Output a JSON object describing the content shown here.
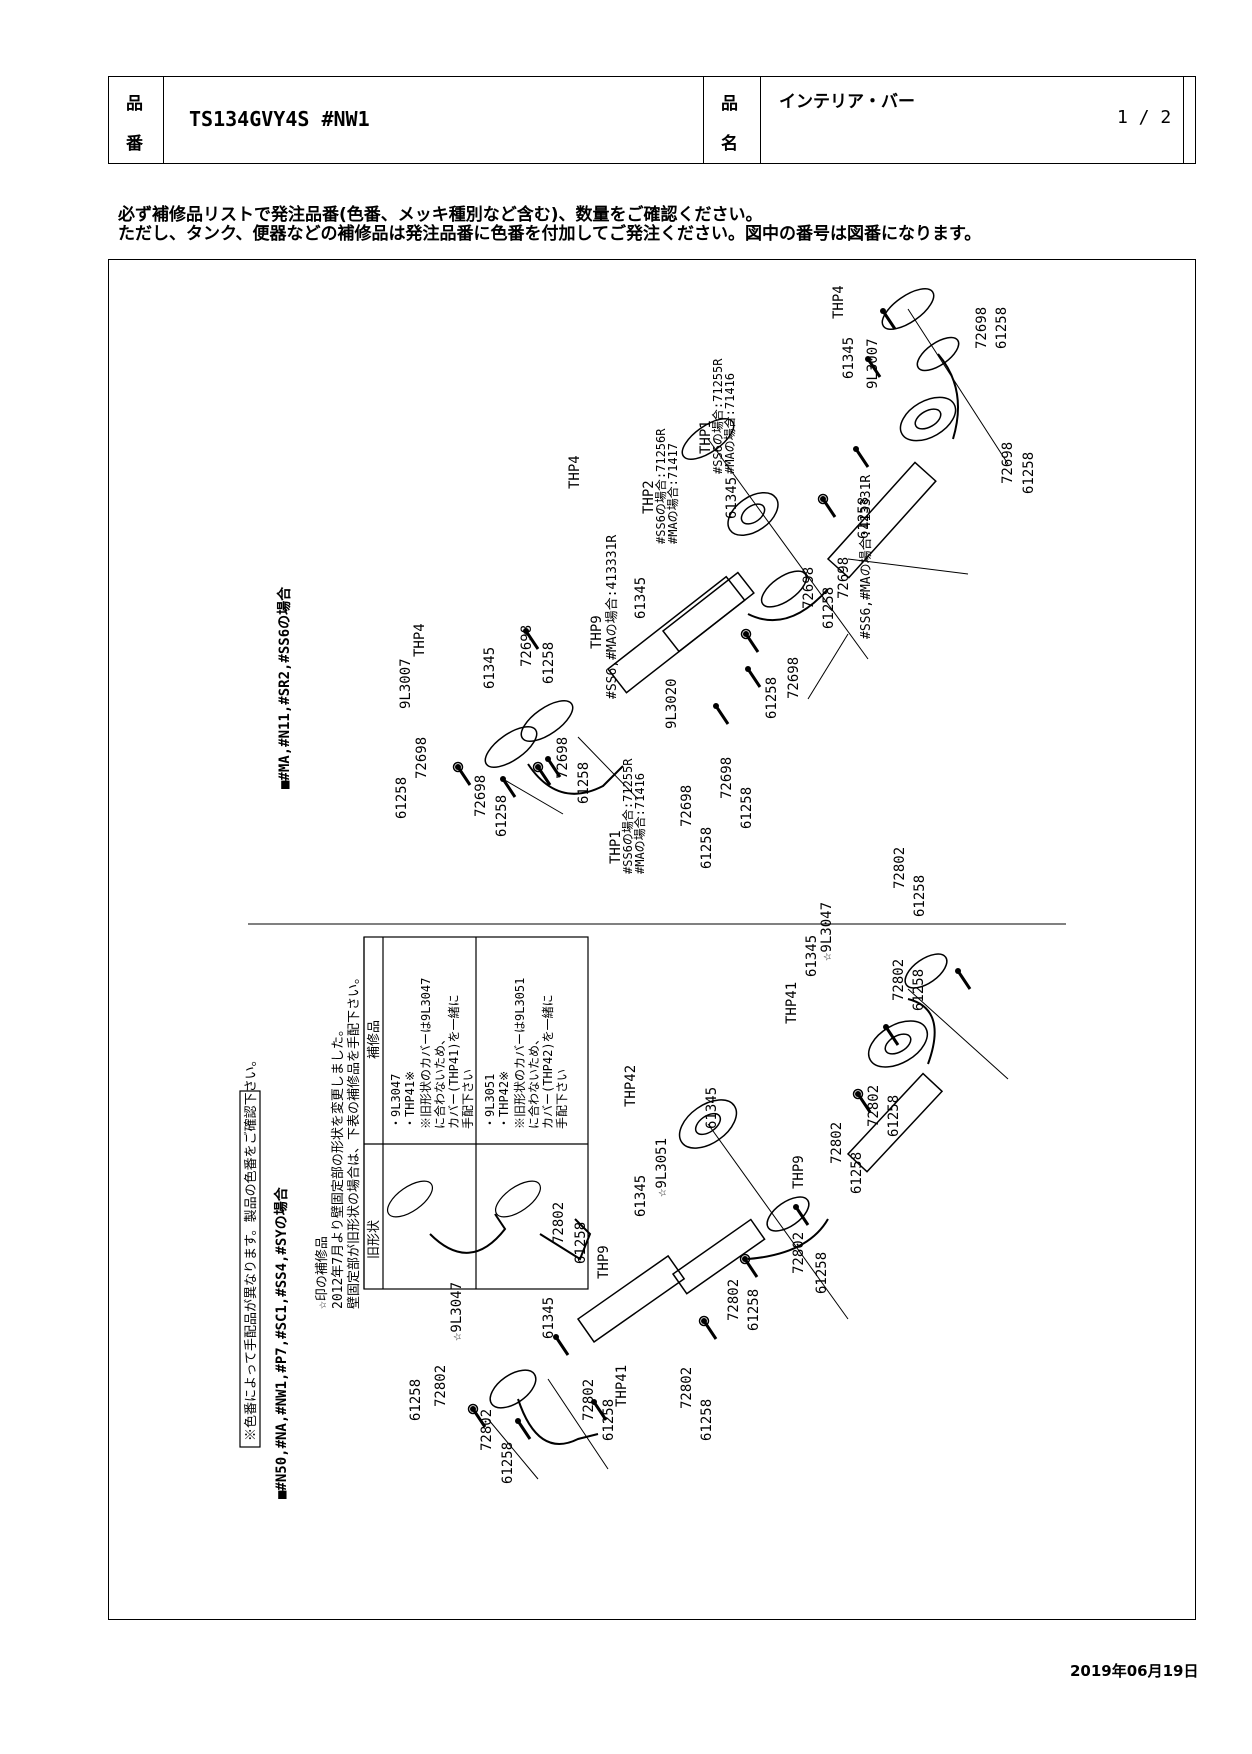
{
  "header": {
    "code_label_1": "品",
    "code_label_2": "番",
    "product_code": "TS134GVY4S #NW1",
    "name_label_1": "品",
    "name_label_2": "名",
    "product_name": "インテリア・バー",
    "page": "1 / 2"
  },
  "notes": [
    "必ず補修品リストで発注品番(色番、メッキ種別など含む)、数量をご確認ください。",
    "ただし、タンク、便器などの補修品は発注品番に色番を付加してご発注ください。図中の番号は図番になります。"
  ],
  "diagram": {
    "upper_title": "■#MA,#N11,#SR2,#SS6の場合",
    "lower_title": "■#N50,#NA,#NW1,#P7,#SC1,#SS4,#SYの場合",
    "boxed_note": "※色番によって手配品が異なります。製品の色番をご確認下さい。",
    "star_note_lines": [
      "☆印の補修品",
      "2012年7月より壁固定部の形状を変更しました。",
      "壁固定部が旧形状の場合は、下表の補修品を手配下さい。"
    ],
    "table": {
      "col_old": "旧形状",
      "col_part": "補修品",
      "row1_lines": [
        "・9L3047",
        "・THP41※",
        "※旧形状のカバーは9L3047",
        "に合わないため、",
        "カバー(THP41)を一緒に",
        "手配下さい"
      ],
      "row2_lines": [
        "・9L3051",
        "・THP42※",
        "※旧形状のカバーは9L3051",
        "に合わないため、",
        "カバー(THP42)を一緒に",
        "手配下さい"
      ]
    },
    "upper_labels": {
      "thp4": "THP4",
      "p9l3007": "9L3007",
      "p9l3020": "9L3020",
      "p61345": "61345",
      "p72698": "72698",
      "p61258": "61258",
      "thp9": "THP9",
      "thp9_note": "#SS6,#MAの場合:413331R",
      "thp1": "THP1",
      "thp1_ss6": "#SS6の場合:71255R",
      "thp1_ma": "#MAの場合:71416",
      "thp2": "THP2",
      "thp2_ss6": "#SS6の場合:71256R",
      "thp2_ma": "#MAの場合:71417"
    },
    "lower_labels": {
      "p9l3047": "☆9L3047",
      "p9l3051": "☆9L3051",
      "thp41": "THP41",
      "thp42": "THP42",
      "thp9": "THP9",
      "p61345": "61345",
      "p72802": "72802",
      "p61258": "61258"
    }
  },
  "date": "2019年06月19日"
}
